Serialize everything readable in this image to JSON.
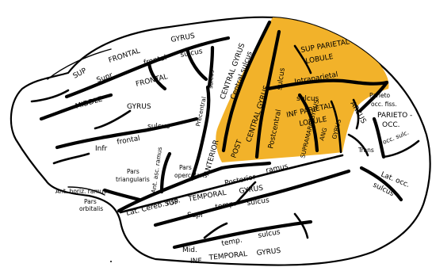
{
  "colors": {
    "parietal_region": "#f2b22a",
    "outline": "#000000",
    "background": "#ffffff"
  },
  "labels": {
    "sup_frontal_gyrus_a": "SUP",
    "sup_frontal_gyrus_b": "FRONTAL",
    "sup_frontal_gyrus_c": "GYRUS",
    "supr_frontal_sulcus_a": "Supr",
    "supr_frontal_sulcus_b": "frontal",
    "supr_frontal_sulcus_c": "sulcus",
    "middle_frontal_gyrus_a": "MIDDLE",
    "middle_frontal_gyrus_b": "FRONTAL",
    "middle_frontal_gyrus_c": "GYRUS",
    "infr_frontal_sulcus_a": "Infr",
    "infr_frontal_sulcus_b": "frontal",
    "infr_frontal_sulcus_c": "sulcus",
    "precentral_sulcus_a": "sulcus",
    "precentral_sulcus_b": "Precentral",
    "anterior_central_gyrus_a": "ANTERIOR",
    "anterior_central_gyrus_b": "CENTRAL GYRUS",
    "central_sulcus": "Central sulcus",
    "post_central_gyrus_a": "POST",
    "post_central_gyrus_b": "CENTRAL GYRUS",
    "postcentral_sulcus_a": "sulcus",
    "postcentral_sulcus_b": "Postcentral",
    "sup_parietal_lobule_a": "SUP PARIETAL",
    "sup_parietal_lobule_b": "LOBULE",
    "intraparietal_a": "Intraparietal",
    "intraparietal_b": "sulcus",
    "inf_parietal_lobule_a": "INF PARIETAL",
    "inf_parietal_lobule_b": "LOBULE",
    "arcus": "ARCUS",
    "supramarg_gyrus": "SUPRAMARG GYRUS",
    "ang_gyrus_a": "ANG",
    "ang_gyrus_b": "GYRUS",
    "parieto_occ_fiss_a": "Parieto",
    "parieto_occ_fiss_b": "occ. fiss.",
    "parieto_occ_a": "PARIETO -",
    "parieto_occ_b": "OCC.",
    "trans_occ_sulc_a": "Trans",
    "trans_occ_sulc_b": "occ. sulc.",
    "lat_occ_sulcus_a": "Lat. occ.",
    "lat_occ_sulcus_b": "sulcus",
    "pars_triangularis_a": "Pars",
    "pars_triangularis_b": "triangularis",
    "ant_asc_ramus": "Ant. asc. ramus",
    "pars_opercularis_a": "Pars",
    "pars_opercularis_b": "opercularis",
    "ant_horiz_ramus": "Ant. horiz. ramus",
    "pars_orbitalis_a": "Pars",
    "pars_orbitalis_b": "orbitalis",
    "lat_cereb_fiss": "Lat. Cereb. fiss.",
    "posterior_ramus_a": "Posterior",
    "posterior_ramus_b": "ramus",
    "sup_temporal_gyrus_a": "SUP",
    "sup_temporal_gyrus_b": "TEMPORAL",
    "sup_temporal_gyrus_c": "GYRUS",
    "supr_temp_sulcus_a": "Supr",
    "supr_temp_sulcus_b": "temp.",
    "supr_temp_sulcus_c": "sulcus",
    "mid_temp_sulcus_a": "Mid.",
    "mid_temp_sulcus_b": "temp.",
    "mid_temp_sulcus_c": "sulcus",
    "inf_temporal_gyrus_a": "INF",
    "inf_temporal_gyrus_b": "TEMPORAL",
    "inf_temporal_gyrus_c": "GYRUS"
  }
}
